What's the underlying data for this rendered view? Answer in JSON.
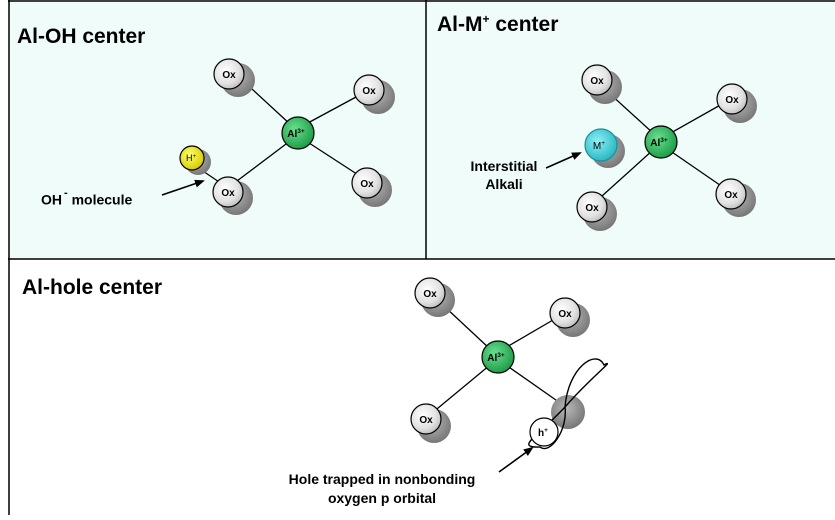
{
  "colors": {
    "panel_bg": "#effcfa",
    "border": "#000000",
    "oxygen": "#e0e0e0",
    "aluminum": "#27b45a",
    "hydrogen": "#e8e000",
    "alkali": "#45d0da",
    "hole": "#ffffff",
    "shadow": "#8e8e8e"
  },
  "icons": [
    "oxygen-atom-icon",
    "aluminum-atom-icon",
    "hydrogen-atom-icon",
    "alkali-atom-icon",
    "hole-icon",
    "p-orbital-icon",
    "arrow-icon"
  ],
  "atom_labels": {
    "oxygen": "Ox",
    "aluminum": "Al",
    "aluminum_charge": "3+",
    "hydrogen": "H",
    "hydrogen_charge": "+",
    "alkali": "M",
    "alkali_charge": "+",
    "hole": "h",
    "hole_charge": "+"
  },
  "panels": {
    "al_oh": {
      "title": "Al-OH center",
      "oh_label": "OH",
      "oh_charge": "-",
      "molecule_label": "molecule"
    },
    "al_m": {
      "title_main": "Al-M",
      "title_sup": "+",
      "title_rest": "center",
      "alkali_label_line1": "Interstitial",
      "alkali_label_line2": "Alkali"
    },
    "al_hole": {
      "title": "Al-hole center",
      "hole_label_line1": "Hole trapped in nonbonding",
      "hole_label_line2": "oxygen p orbital"
    }
  }
}
